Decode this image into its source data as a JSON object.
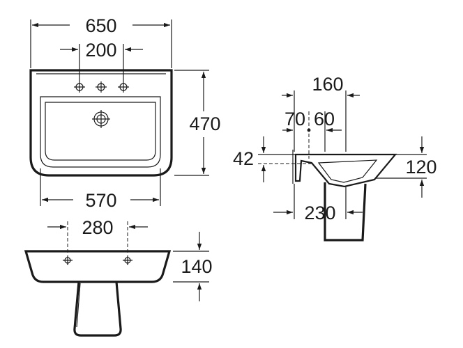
{
  "dimensions": {
    "basin_width": "650",
    "tap_hole_spacing": "200",
    "basin_depth": "470",
    "bottom_width": "570",
    "side_total_depth": "160",
    "side_dim_70": "70",
    "side_dim_60": "60",
    "side_dim_42": "42",
    "side_height": "120",
    "pedestal_depth": "230",
    "front_hole_spacing": "280",
    "front_height": "140"
  }
}
